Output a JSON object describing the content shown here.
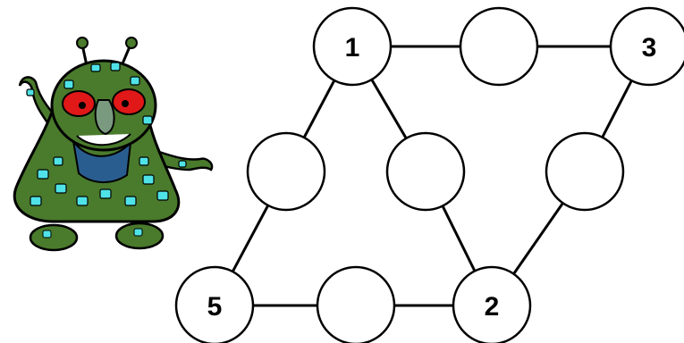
{
  "colors": {
    "background": "#ffffff",
    "line": "#000000",
    "node_fill": "#ffffff",
    "node_stroke": "#000000",
    "monster_body": "#4a7a2c",
    "monster_spots": "#4fe3e8",
    "monster_eyes": "#e01818",
    "monster_shirt": "#2a5d8f"
  },
  "icons": {
    "monster": "alien-monster-illustration"
  },
  "puzzle": {
    "nodes": [
      {
        "id": "top-left",
        "label": "1"
      },
      {
        "id": "top-middle",
        "label": ""
      },
      {
        "id": "top-right",
        "label": "3"
      },
      {
        "id": "middle-left",
        "label": ""
      },
      {
        "id": "middle-center",
        "label": ""
      },
      {
        "id": "middle-right",
        "label": ""
      },
      {
        "id": "bottom-left",
        "label": "5"
      },
      {
        "id": "bottom-middle",
        "label": ""
      },
      {
        "id": "bottom-right",
        "label": "2"
      }
    ],
    "edges": [
      [
        "top-left",
        "top-middle"
      ],
      [
        "top-middle",
        "top-right"
      ],
      [
        "top-left",
        "middle-left"
      ],
      [
        "middle-left",
        "bottom-left"
      ],
      [
        "top-left",
        "middle-center"
      ],
      [
        "middle-center",
        "bottom-right"
      ],
      [
        "top-right",
        "middle-right"
      ],
      [
        "middle-right",
        "bottom-right"
      ],
      [
        "bottom-left",
        "bottom-middle"
      ],
      [
        "bottom-middle",
        "bottom-right"
      ]
    ]
  }
}
